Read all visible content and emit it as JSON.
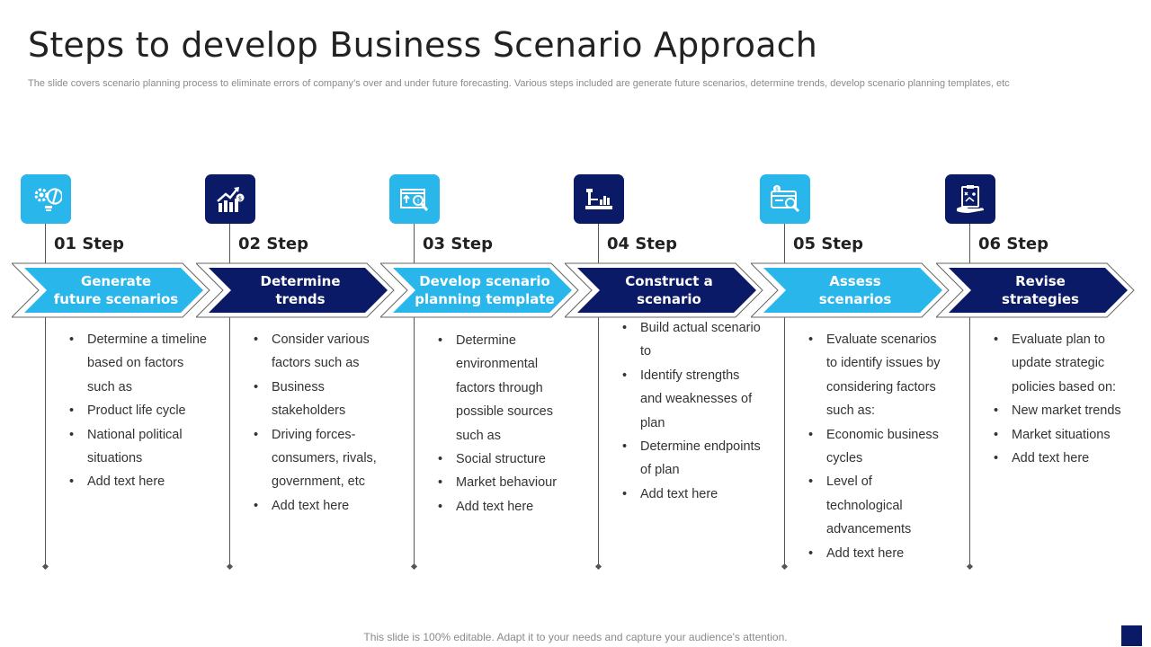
{
  "title": "Steps to develop Business Scenario Approach",
  "subtitle": "The slide covers scenario planning process to eliminate errors of company’s over and under future forecasting. Various steps included are generate future scenarios, determine trends, develop scenario planning templates, etc",
  "footer": "This slide is 100% editable. Adapt it to your needs and capture your audience's attention.",
  "colors": {
    "light_blue": "#29b6ea",
    "navy": "#0b1a66",
    "line": "#555555"
  },
  "steps": [
    {
      "label": "01 Step",
      "title_line1": "Generate",
      "title_line2": "future scenarios",
      "icon": "gear-lightbulb-icon",
      "bullets": [
        "Determine a timeline based on factors such as",
        "Product life cycle",
        "National political situations",
        "Add text here"
      ]
    },
    {
      "label": "02 Step",
      "title_line1": "Determine",
      "title_line2": "trends",
      "icon": "growth-chart-icon",
      "bullets": [
        "Consider various factors such as",
        "Business stakeholders",
        "Driving forces- consumers, rivals, government, etc",
        "Add text here"
      ]
    },
    {
      "label": "03 Step",
      "title_line1": "Develop scenario",
      "title_line2": "planning template",
      "icon": "analysis-magnifier-icon",
      "bullets": [
        "Determine environmental factors through possible sources such as",
        "Social structure",
        "Market behaviour",
        "Add text here"
      ]
    },
    {
      "label": "04 Step",
      "title_line1": "Construct a",
      "title_line2": "scenario",
      "icon": "construction-tools-icon",
      "bullets": [
        "Build actual scenario to",
        "Identify strengths and weaknesses of plan",
        "Determine endpoints of plan",
        "Add text here"
      ]
    },
    {
      "label": "05 Step",
      "title_line1": "Assess",
      "title_line2": "scenarios",
      "icon": "money-assessment-icon",
      "bullets": [
        "Evaluate scenarios to identify issues by considering factors such as:",
        "Economic business cycles",
        "Level of technological advancements",
        "Add text here"
      ]
    },
    {
      "label": "06 Step",
      "title_line1": "Revise",
      "title_line2": "strategies",
      "icon": "strategy-clipboard-icon",
      "bullets": [
        "Evaluate plan to update strategic policies based on:",
        "New market trends",
        "Market situations",
        "Add text here"
      ]
    }
  ]
}
